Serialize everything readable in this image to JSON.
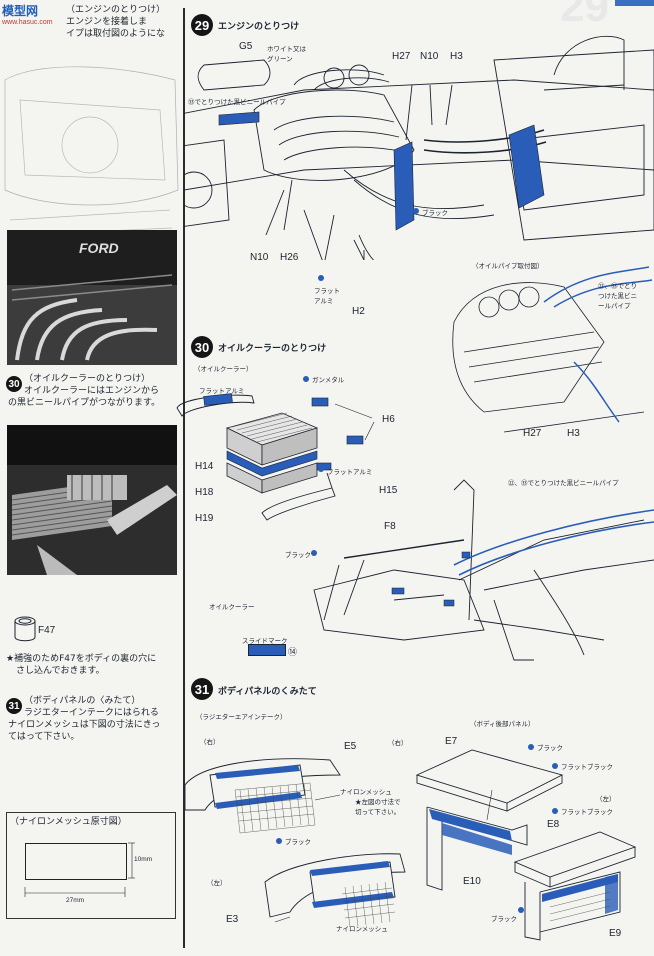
{
  "watermark": {
    "name": "模型网",
    "url": "www.hasuc.com"
  },
  "left": {
    "intro_lines": [
      "（エンジンのとりつけ）",
      "エンジンを接着しま",
      "イプは取付図のようにな"
    ],
    "photo_engine_text": "FORD",
    "step30_title": "（オイルクーラーのとりつけ）",
    "step30_lines": [
      "オイルクーラーにはエンジンから",
      "の黒ビニールパイプがつながります。"
    ],
    "f47_label": "F47",
    "f47_lines": [
      "★補強のためF47をボディの裏の穴に",
      "さし込んでおきます。"
    ],
    "step31_title": "（ボディパネルの〈みたて）",
    "step31_lines": [
      "ラジエターインテークにはられる",
      "ナイロンメッシュは下図の寸法にきっ",
      "てはって下さい。"
    ],
    "mesh_title": "（ナイロンメッシュ原寸図）",
    "mesh_w": "27mm",
    "mesh_h": "10mm"
  },
  "steps": {
    "s29": {
      "num": "29",
      "title": "エンジンのとりつけ"
    },
    "s30": {
      "num": "30",
      "title": "オイルクーラーのとりつけ"
    },
    "s31": {
      "num": "31",
      "title": "ボディパネルのくみたて"
    },
    "small30": "30",
    "small31": "31",
    "big_corner": "29"
  },
  "labels29": {
    "G5": "G5",
    "white": [
      "ホワイト又は",
      "グリーン"
    ],
    "blackpipe": "㉝でとりつけた黒ビニールパイプ",
    "H27": "H27",
    "N10": "N10",
    "H3": "H3",
    "N10b": "N10",
    "H26": "H26",
    "H2": "H2",
    "black": "ブラック",
    "flat": [
      "フラット",
      "アルミ"
    ],
    "oilpipe": "（オイルパイプ取付図）",
    "pipe_note": [
      "㉒、㉝でとり",
      "つけた黒ビニ",
      "ールパイプ"
    ],
    "H27b": "H27",
    "H3b": "H3"
  },
  "labels30": {
    "oilcooler": "（オイルクーラー）",
    "flatal": "フラットアルミ",
    "gunmetal": "ガンメタル",
    "H6": "H6",
    "H14": "H14",
    "H18": "H18",
    "H19": "H19",
    "H15": "H15",
    "flatal2": "フラットアルミ",
    "pipe_note": "㉒、㉝でとりつけた黒ビニールパイプ",
    "F8": "F8",
    "black": "ブラック",
    "oilcooler2": "オイルクーラー",
    "slide": "スライドマーク",
    "slide_code": "⑭"
  },
  "labels31": {
    "intake": "（ラジエターエアインテーク）",
    "right": "（右）",
    "E5": "E5",
    "mesh": "ナイロンメッシュ",
    "mesh_note": [
      "★左図の寸法で",
      "切って下さい。"
    ],
    "black": "ブラック",
    "left": "（左）",
    "E3": "E3",
    "mesh2": "ナイロンメッシュ",
    "right2": "（右）",
    "rearpanel": "（ボディ後部パネル）",
    "E7": "E7",
    "black2": "ブラック",
    "flatblack": "フラットブラック",
    "flatblack2": "フラットブラック",
    "left2": "（左）",
    "E8": "E8",
    "E10": "E10",
    "black3": "ブラック",
    "E9": "E9"
  },
  "colors": {
    "blue": "#2a5db8",
    "ink": "#1c2430",
    "paper": "#f4f4f1"
  }
}
